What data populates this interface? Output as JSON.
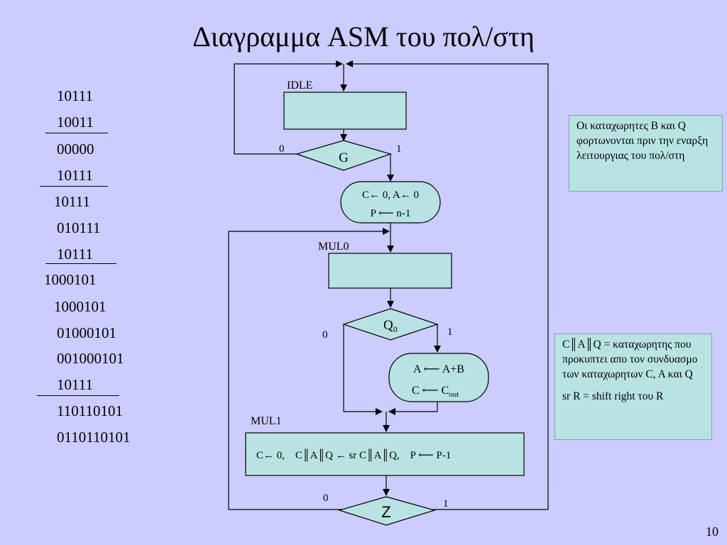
{
  "slide": {
    "title": "Διαγραμμα ASM του πολ/στη",
    "page_number": "10"
  },
  "multiplication": [
    "10111",
    "10011",
    "00000",
    "10111",
    "10111",
    "010111",
    "10111",
    "1000101",
    "1000101",
    "01000101",
    "001000101",
    "10111",
    "110110101",
    "0110110101"
  ],
  "asm": {
    "idle_label": "IDLE",
    "g_decision": "G",
    "g_zero": "0",
    "g_one": "1",
    "init_line1": "C← 0, A← 0",
    "init_line2": "P ⟵ n-1",
    "mul0_label": "MUL0",
    "q0_decision_base": "Q",
    "q0_decision_sub": "0",
    "q0_zero": "0",
    "q0_one": "1",
    "add_line1": "A ⟵ A+B",
    "add_line2_base": "C ⟵ C",
    "add_line2_sub": "out",
    "mul1_label": "MUL1",
    "mul1_ops": "C← 0,    C║A║Q ← sr C║A║Q,    P ⟵ P-1",
    "z_decision": "Z",
    "z_zero": "0",
    "z_one": "1"
  },
  "notes": {
    "registers": "Οι καταχωρητες B και Q φορτωνονται πριν την εναρξη λειτουργιας του πολ/στη",
    "concat_line1": "C║A║Q = καταχωρητης που προκυπτει απο τον συνδυασμο των καταχωρητων C, A και Q",
    "concat_line2": "sr R = shift right του R"
  },
  "colors": {
    "background": "#ccccff",
    "box_fill": "#b9e3e3"
  }
}
